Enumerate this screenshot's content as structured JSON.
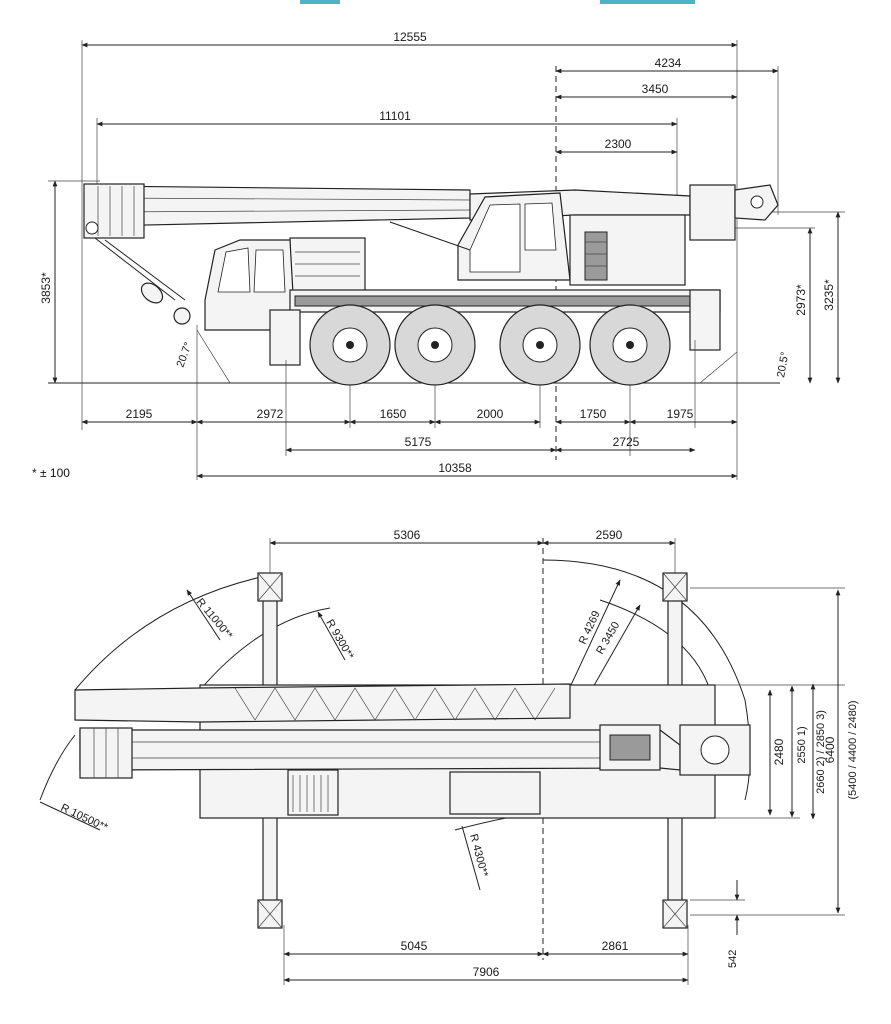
{
  "side_view": {
    "overall_length": "12555",
    "boom_overhang_rear": "4234",
    "rear_to_turntable": "3450",
    "boom_length": "11101",
    "cab_offset": "2300",
    "height_boom": "3853*",
    "height_cab": "2973*",
    "height_total": "3235*",
    "approach_angle": "20.7°",
    "departure_angle": "20.5°",
    "front_hook": "2195",
    "front_to_axle1": "2972",
    "axle_spacing_1": "1650",
    "axle_spacing_2": "2000",
    "axle_spacing_3": "1750",
    "rear_overhang": "1975",
    "wheelbase_front": "5175",
    "wheelbase_rear": "2725",
    "chassis_length": "10358",
    "tolerance_note": "* ± 100"
  },
  "top_view": {
    "outrigger_front": "5306",
    "outrigger_rear": "2590",
    "radius_11000": "R 11000**",
    "radius_9300": "R 9300**",
    "radius_4269": "R 4269",
    "radius_3450": "R 3450",
    "radius_10500": "R 10500**",
    "radius_4300": "R 4300**",
    "width_2480": "2480",
    "width_2550": "2550 1)",
    "width_2660": "2660 2) / 2850 3)",
    "outrigger_width": "6400",
    "outrigger_width_options": "(5400 / 4400 / 2480)",
    "outrigger_base_front": "5045",
    "outrigger_base_rear": "2861",
    "outrigger_total": "7906",
    "pad_offset": "542"
  }
}
